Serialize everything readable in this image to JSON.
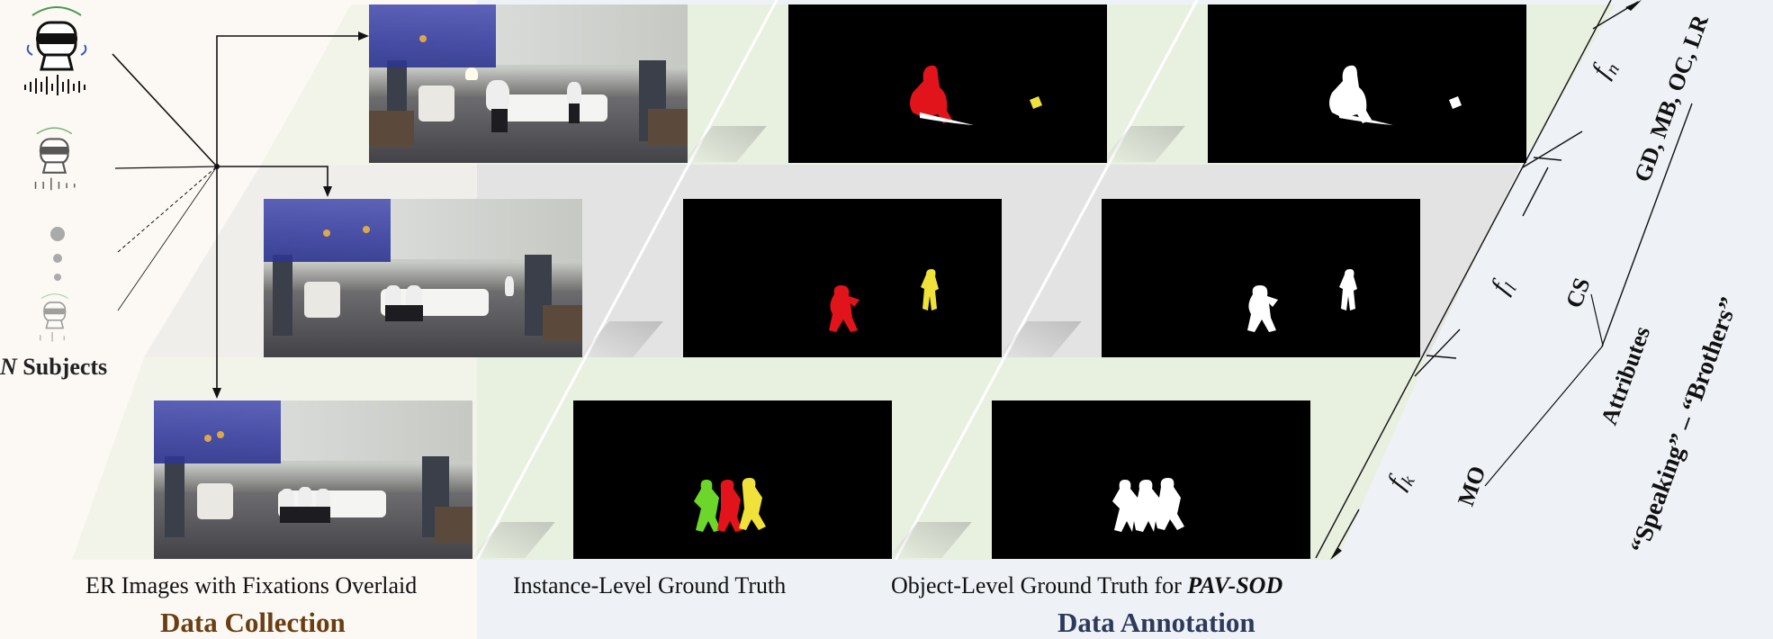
{
  "subjects_label": {
    "var": "N",
    "text": "Subjects"
  },
  "captions": {
    "er_images": "ER Images with Fixations Overlaid",
    "instance_gt": "Instance-Level Ground Truth",
    "object_gt_prefix": "Object-Level Ground Truth for ",
    "object_gt_name": "PAV-SOD"
  },
  "sections": {
    "collection": "Data Collection",
    "annotation": "Data Annotation"
  },
  "frames": {
    "fn": {
      "var": "f",
      "sub": "n"
    },
    "fl": {
      "var": "f",
      "sub": "l"
    },
    "fk": {
      "var": "f",
      "sub": "k"
    }
  },
  "attributes": {
    "title": "Attributes",
    "top": "GD, MB, OC, LR",
    "cs": "CS",
    "mo": "MO",
    "quote": "“Speaking” – “Brothers”"
  },
  "colors": {
    "collection_heading": "#6b3e12",
    "annotation_heading": "#2e3a5c",
    "instance_red": "#e2141b",
    "instance_yellow": "#f0e23a",
    "instance_green": "#6dd62a",
    "band_green": "#e8f0e0",
    "band_gray": "#e6e6e6",
    "band_blue": "#eef2f7"
  }
}
